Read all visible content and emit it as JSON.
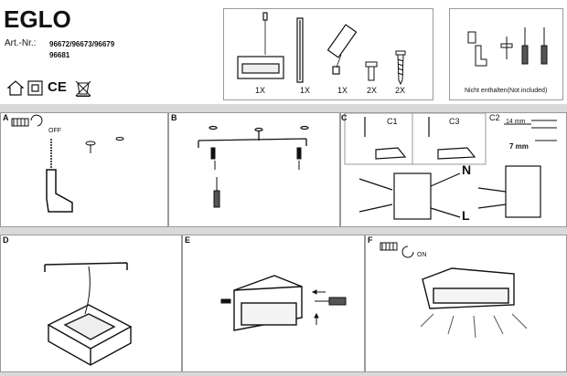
{
  "header": {
    "brand": "EGLO",
    "art_label": "Art.-Nr.:",
    "art_numbers_line1": "96672/96673/96679",
    "art_numbers_line2": "96681",
    "ce_mark": "CE"
  },
  "contents": {
    "quantities": [
      "1X",
      "1X",
      "1X",
      "2X",
      "2X"
    ],
    "not_included": "Nicht enthalten(Not included)"
  },
  "steps": {
    "a": {
      "label": "A",
      "off_text": "OFF"
    },
    "b": {
      "label": "B"
    },
    "c": {
      "label": "C",
      "c1": "C1",
      "c3": "C3",
      "c2": "C2",
      "dim_14": "14 mm",
      "dim_7": "7 mm",
      "n_label": "N",
      "l_label": "L"
    },
    "d": {
      "label": "D"
    },
    "e": {
      "label": "E"
    },
    "f": {
      "label": "F",
      "on_text": "ON"
    }
  }
}
